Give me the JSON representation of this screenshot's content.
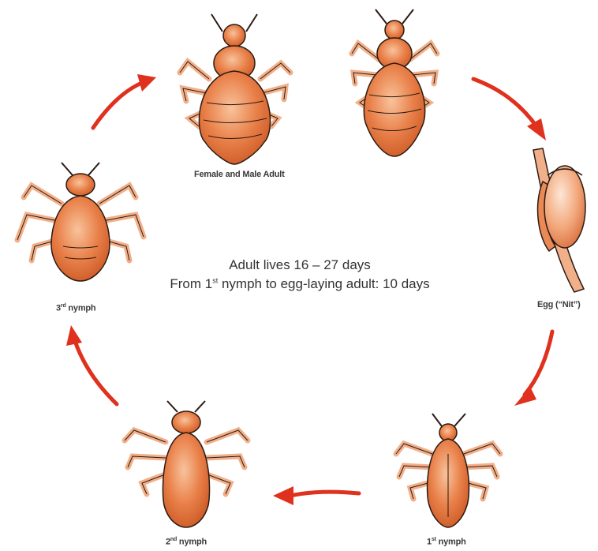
{
  "diagram": {
    "center_line_1": "Adult lives 16 – 27 days",
    "center_line_2_pre": "From 1",
    "center_line_2_sup": "st",
    "center_line_2_post": " nymph to egg-laying adult:  10 days",
    "stages": {
      "adult": {
        "label": "Female and Male Adult"
      },
      "egg": {
        "label": "Egg (“Nit”)"
      },
      "nymph1": {
        "num": "1",
        "sup": "st",
        "word": " nymph"
      },
      "nymph2": {
        "num": "2",
        "sup": "nd",
        "word": " nymph"
      },
      "nymph3": {
        "num": "3",
        "sup": "rd",
        "word": " nymph"
      }
    }
  },
  "colors": {
    "arrow": "#e0301e",
    "body_fill": "#e3763f",
    "body_light": "#f6b080",
    "leg_fill": "#f2b08a",
    "outline": "#2b1a12"
  }
}
